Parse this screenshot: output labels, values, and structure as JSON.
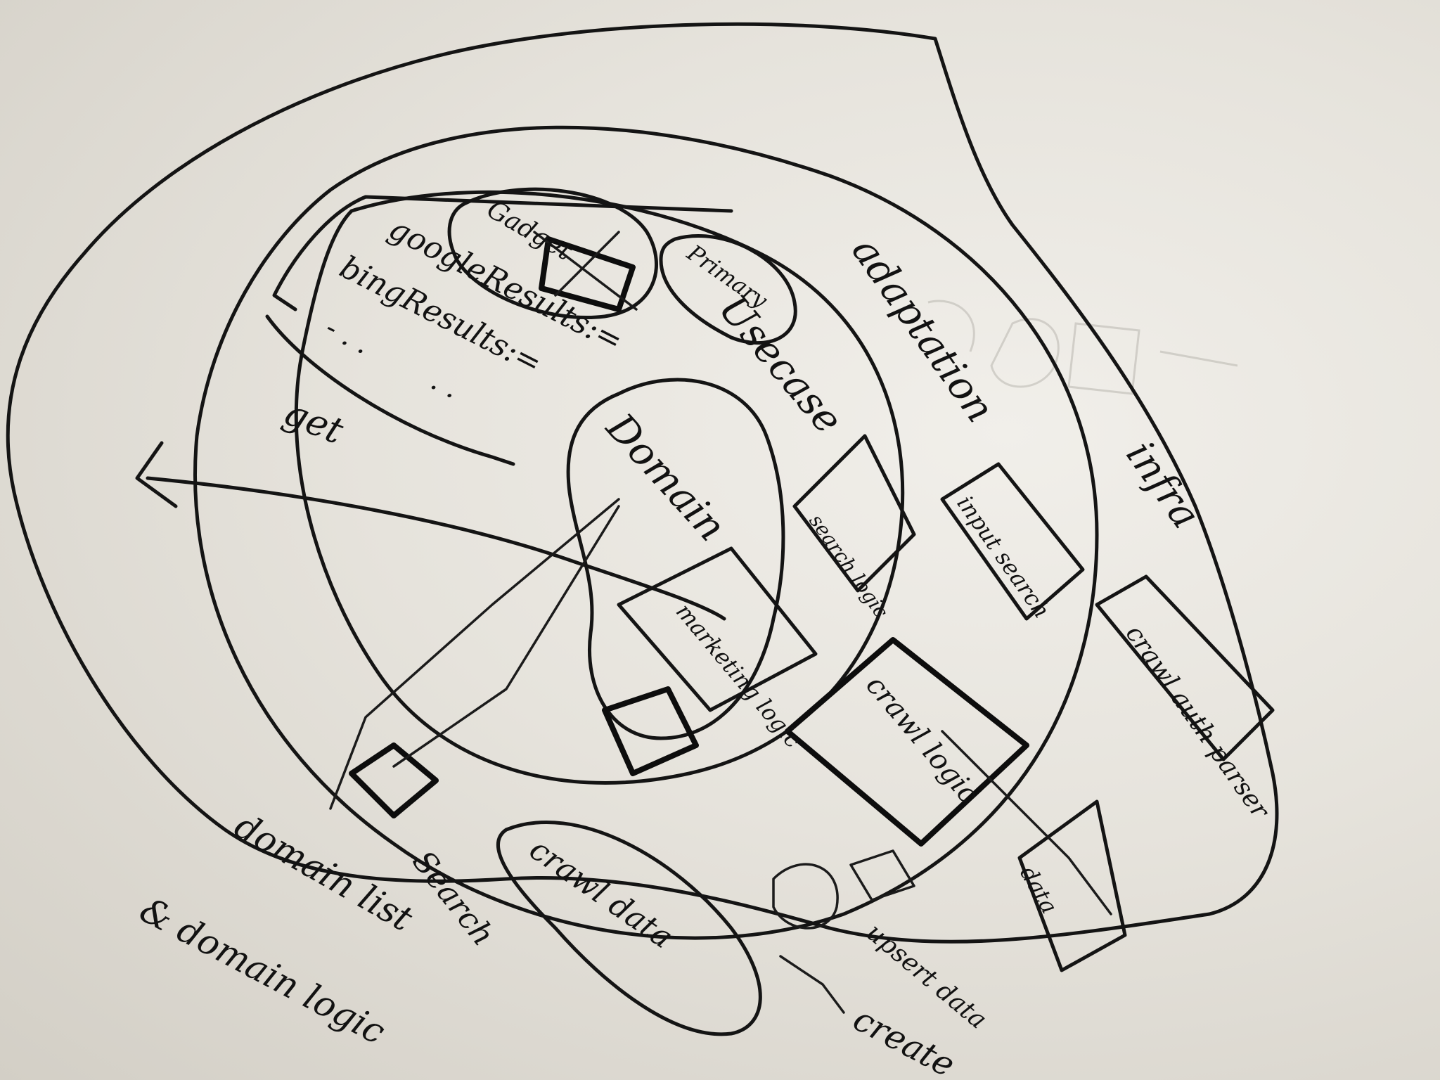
{
  "labels": {
    "gadget": "Gadget",
    "google_results": "googleResults:=",
    "bing_results": "bingResults:=",
    "dots_1": "- . .",
    "dots_2": ". .",
    "get": "get",
    "primary": "Primary",
    "usecase": "Usecase",
    "domain": "Domain",
    "adaptation": "adaptation",
    "search_logic": "search logic",
    "input_search": "input search",
    "infra": "infra",
    "marketing_logic": "marketing logic",
    "crawl_logic": "crawl logic",
    "crawl_auth_parser": "crawl auth parser",
    "crawl_data": "crawl data",
    "domain_list": "domain list",
    "search": "Search",
    "domain_logic": "& domain logic",
    "data": "data",
    "upsert_data": "upsert data",
    "create": "create"
  },
  "colors": {
    "ink": "#141414",
    "paper": "#eceae4"
  }
}
